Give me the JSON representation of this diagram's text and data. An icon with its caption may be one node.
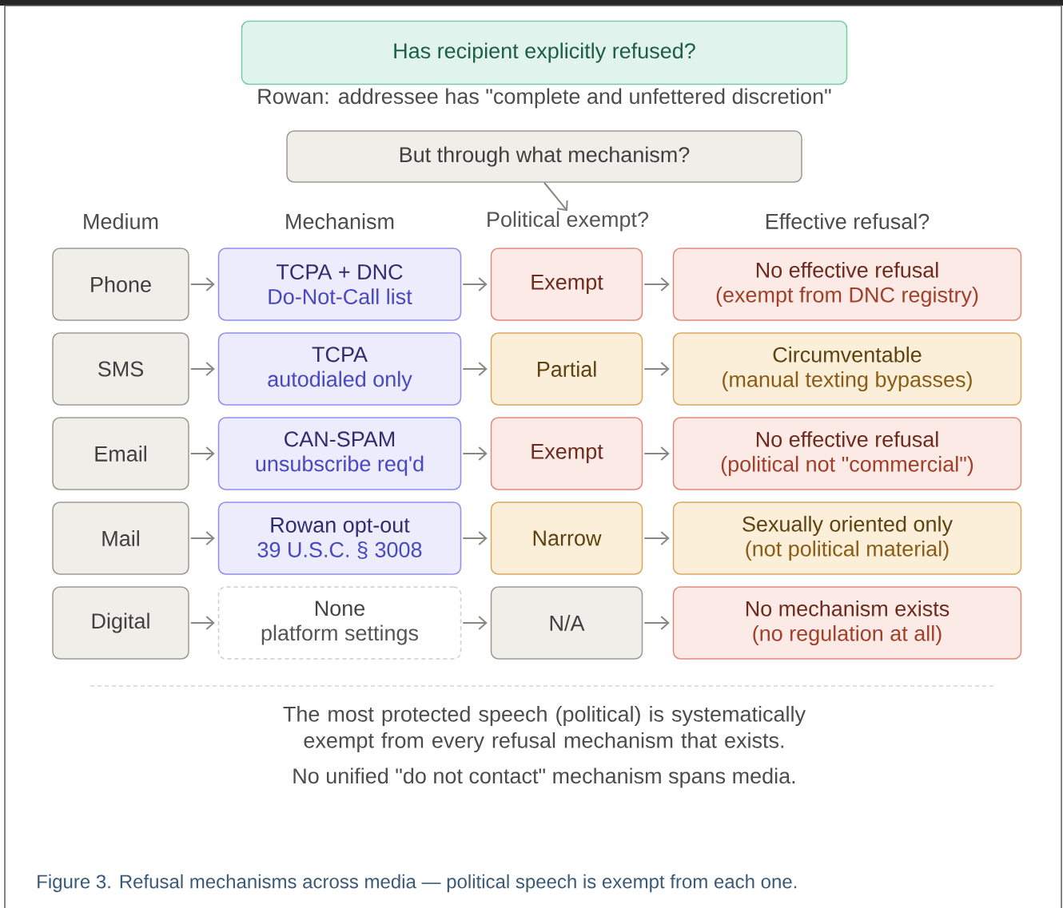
{
  "diagram": {
    "caption": "Figure 3. Refusal mechanisms across media — political speech is exempt from each one.",
    "nodes": [
      {
        "text": [
          "Has recipient explicitly refused?"
        ],
        "beside": [
          "Rowan: addressee has \"complete and unfettered discretion\""
        ]
      },
      {
        "text": [
          "But through what mechanism?"
        ]
      },
      {
        "text": [
          "Political exempt?"
        ]
      },
      {
        "text": [
          "Phone"
        ]
      },
      {
        "text": [
          "TCPA + DNC",
          "Do-Not-Call list"
        ]
      },
      {
        "text": [
          "Exempt"
        ]
      },
      {
        "text": [
          "No effective refusal",
          "(exempt from DNC registry)"
        ]
      },
      {
        "text": [
          "SMS"
        ]
      },
      {
        "text": [
          "TCPA",
          "autodialed only"
        ]
      },
      {
        "text": [
          "Partial"
        ]
      },
      {
        "text": [
          "Circumventable",
          "(manual texting bypasses)"
        ]
      },
      {
        "text": [
          "Email"
        ]
      },
      {
        "text": [
          "CAN-SPAM",
          "unsubscribe req'd"
        ]
      },
      {
        "text": [
          "Exempt"
        ]
      },
      {
        "text": [
          "No effective refusal",
          "(political not \"commercial\")"
        ]
      },
      {
        "text": [
          "Mail"
        ]
      },
      {
        "text": [
          "Rowan opt-out",
          "39 U.S.C. § 3008"
        ]
      },
      {
        "text": [
          "Narrow"
        ]
      },
      {
        "text": [
          "Sexually oriented only",
          "(not political material)"
        ]
      },
      {
        "text": [
          "Digital"
        ]
      },
      {
        "text": [
          "None",
          "platform settings"
        ]
      },
      {
        "text": [
          "N/A"
        ]
      },
      {
        "text": [
          "No mechanism exists",
          "(no regulation at all)"
        ]
      }
    ],
    "edges": [
      {
        "from": 1,
        "to": 2,
        "arrow": "to"
      },
      {
        "from": 3,
        "to": 4,
        "arrow": "to"
      },
      {
        "from": 4,
        "to": 5,
        "arrow": "to"
      },
      {
        "from": 5,
        "to": 6,
        "arrow": "to"
      },
      {
        "from": 7,
        "to": 8,
        "arrow": "to"
      },
      {
        "from": 8,
        "to": 9,
        "arrow": "to"
      },
      {
        "from": 9,
        "to": 10,
        "arrow": "to"
      },
      {
        "from": 11,
        "to": 12,
        "arrow": "to"
      },
      {
        "from": 12,
        "to": 13,
        "arrow": "to"
      },
      {
        "from": 13,
        "to": 14,
        "arrow": "to"
      },
      {
        "from": 15,
        "to": 16,
        "arrow": "to"
      },
      {
        "from": 16,
        "to": 17,
        "arrow": "to"
      },
      {
        "from": 17,
        "to": 18,
        "arrow": "to"
      },
      {
        "from": 19,
        "to": 20,
        "arrow": "to"
      },
      {
        "from": 20,
        "to": 21,
        "arrow": "to"
      },
      {
        "from": 21,
        "to": 22,
        "arrow": "to"
      }
    ],
    "labels": [
      "Medium",
      "Mechanism",
      "Effective refusal?",
      "The most protected speech (political) is systematically exempt from every refusal mechanism that exists.",
      "No unified \"do not contact\" mechanism spans media."
    ]
  }
}
